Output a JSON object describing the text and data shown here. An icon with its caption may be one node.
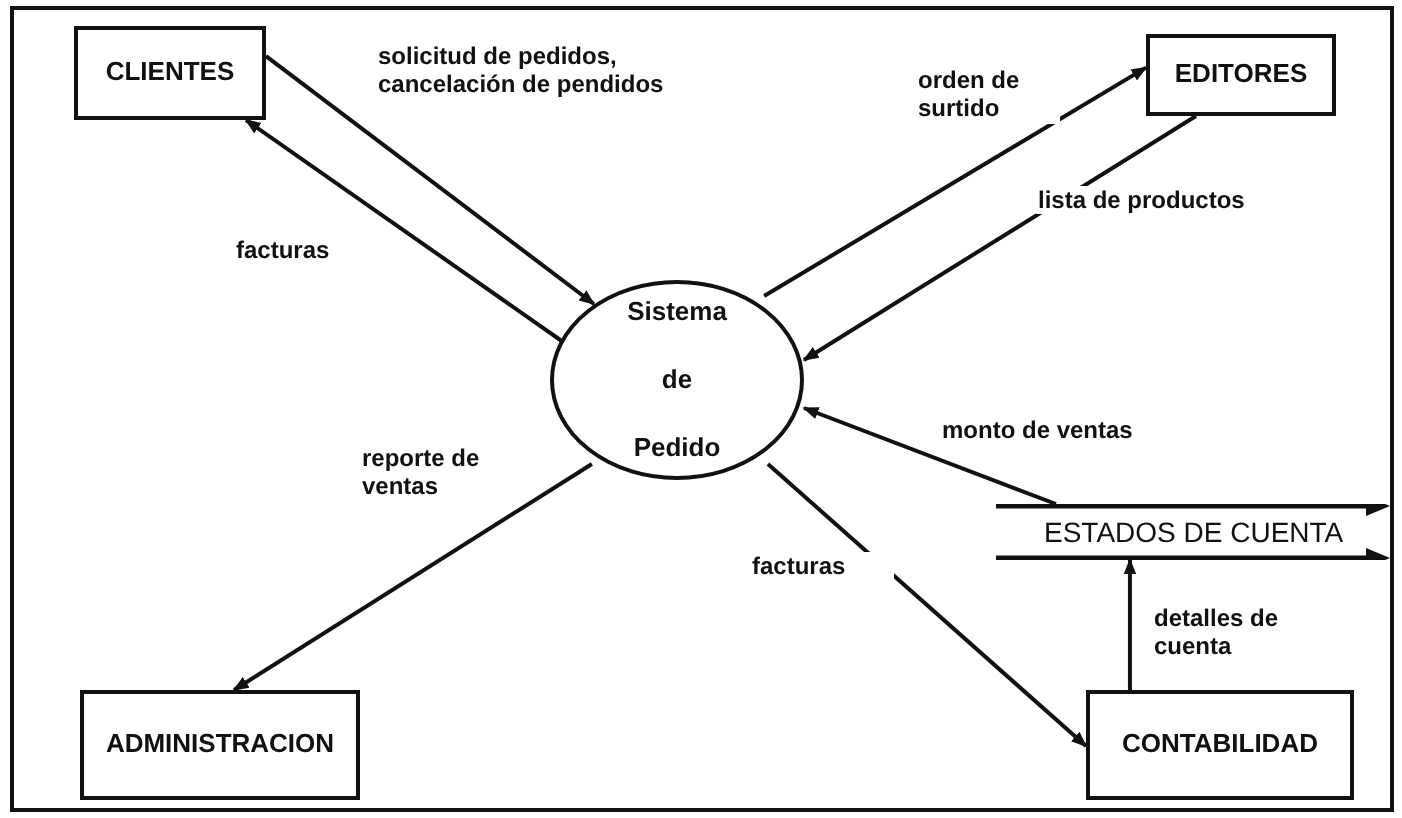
{
  "diagram": {
    "nodes": [
      {
        "text": [
          "CLIENTES"
        ]
      },
      {
        "text": [
          "EDITORES"
        ]
      },
      {
        "text": [
          "Sistema de Pedido"
        ]
      },
      {
        "text": [
          "ESTADOS DE CUENTA"
        ]
      },
      {
        "text": [
          "ADMINISTRACION"
        ]
      },
      {
        "text": [
          "CONTABILIDAD"
        ]
      }
    ],
    "edges": [
      {
        "from": 0,
        "to": 2,
        "arrow": "to",
        "label": "solicitud de pedidos, cancelación de pendidos"
      },
      {
        "from": 2,
        "to": 0,
        "arrow": "to",
        "label": "facturas"
      },
      {
        "from": 2,
        "to": 1,
        "arrow": "to",
        "label": "orden de surtido"
      },
      {
        "from": 1,
        "to": 2,
        "arrow": "to",
        "label": "lista de productos"
      },
      {
        "from": 3,
        "to": 2,
        "arrow": "to",
        "label": "monto de ventas"
      },
      {
        "from": 2,
        "to": 4,
        "arrow": "to",
        "label": "reporte de ventas"
      },
      {
        "from": 2,
        "to": 5,
        "arrow": "to",
        "label": "facturas"
      },
      {
        "from": 5,
        "to": 3,
        "arrow": "to",
        "label": "detalles de cuenta"
      }
    ]
  }
}
